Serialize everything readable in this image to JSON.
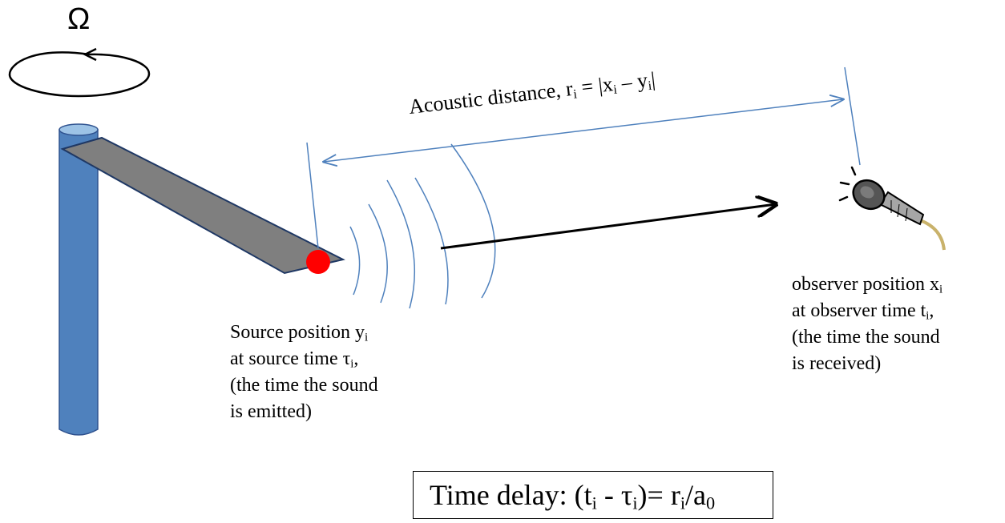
{
  "rotation_label": "Ω",
  "acoustic": {
    "text": "Acoustic distance, r",
    "sub_r": "i",
    "eq": " = |x",
    "sub_x": "i",
    "minus": " – y",
    "sub_y": "i",
    "end": "|"
  },
  "source": {
    "line1_text": "Source position y",
    "line1_sub": "i",
    "line2_text": "at source time τ",
    "line2_sub": "i",
    "line2_end": ",",
    "line3": "(the time the sound",
    "line4": "is emitted)"
  },
  "observer": {
    "line1_text": "observer position x",
    "line1_sub": "i",
    "line2_text": "at observer time t",
    "line2_sub": "i",
    "line2_end": ",",
    "line3": "(the time the sound",
    "line4": "is received)"
  },
  "delay": {
    "prefix": "Time delay: (t",
    "sub_t": "i",
    "mid": " - τ",
    "sub_tau": "i",
    "eq": ")= r",
    "sub_r": "i",
    "div": "/a",
    "sub_a": "0"
  },
  "colors": {
    "pole": "#4f81bd",
    "pole_stroke": "#2f528f",
    "blade": "#7f7f7f",
    "blade_stroke": "#1f3864",
    "source_dot": "#ff0000",
    "wave": "#4f81bd"
  }
}
